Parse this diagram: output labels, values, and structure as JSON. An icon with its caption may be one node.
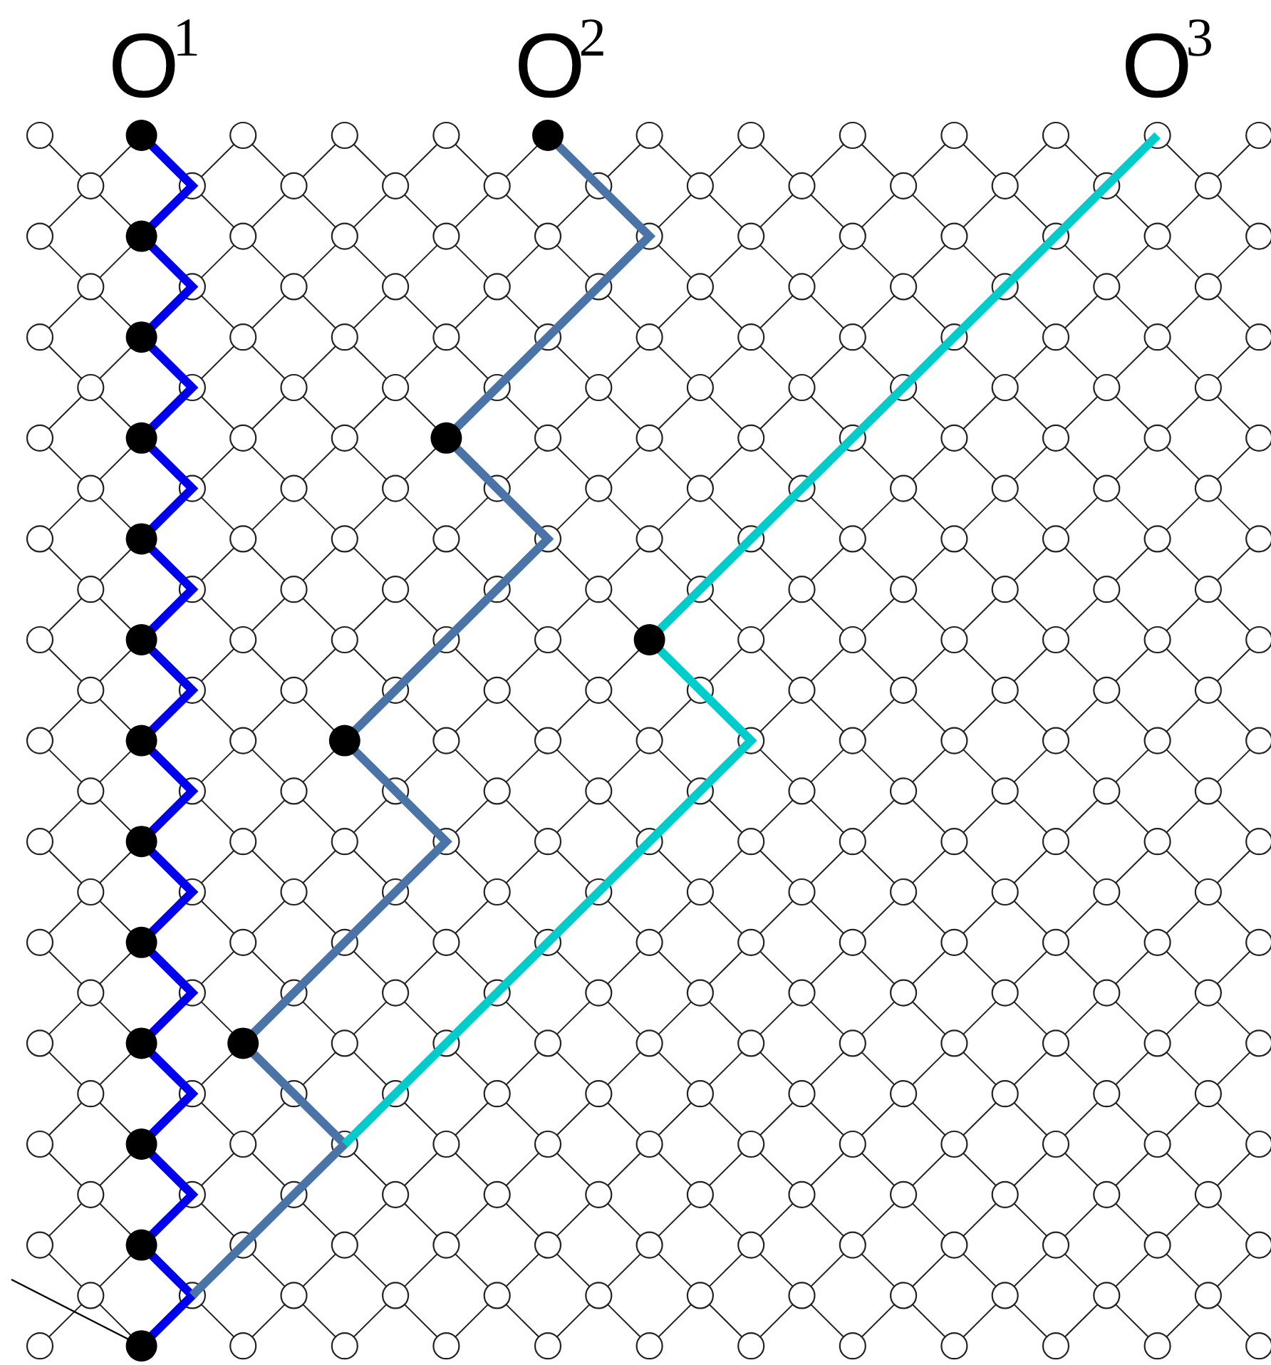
{
  "diagram": {
    "labels": [
      "O$^{1}$",
      "O$^{2}$",
      "O$^{3}$"
    ]
  }
}
